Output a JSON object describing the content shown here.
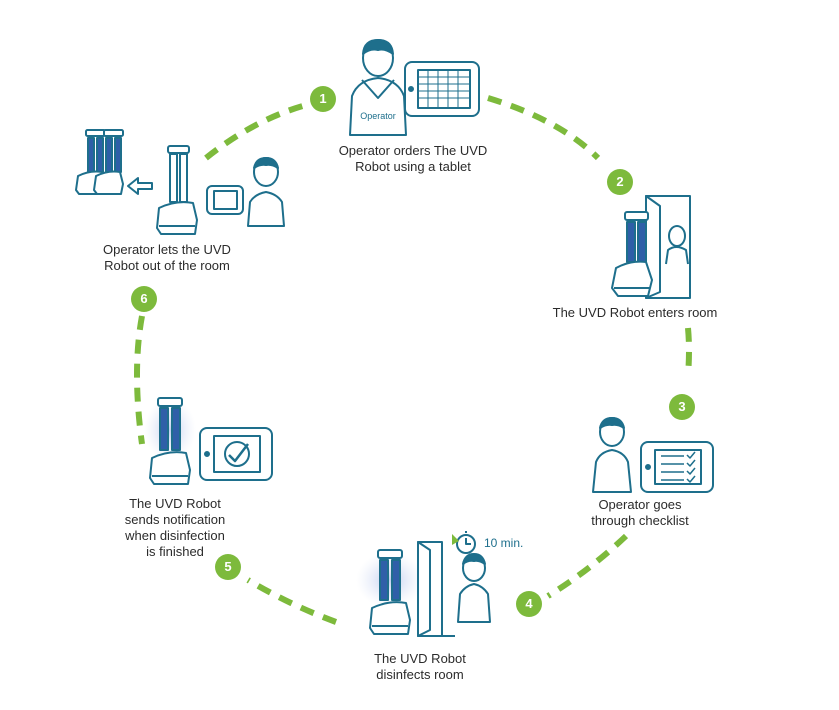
{
  "colors": {
    "accent_green": "#7dba3c",
    "line_blue": "#1e6f8c",
    "uv_blue": "#2f5fa8",
    "text": "#2b2b2b"
  },
  "steps": [
    {
      "number": "1",
      "lines": [
        "Operator orders The UVD",
        "Robot using a tablet"
      ],
      "badge_text": "Operator"
    },
    {
      "number": "2",
      "lines": [
        "The UVD Robot enters room"
      ]
    },
    {
      "number": "3",
      "lines": [
        "Operator goes",
        "through checklist"
      ]
    },
    {
      "number": "4",
      "lines": [
        "The UVD Robot",
        "disinfects room"
      ],
      "timer_text": "10 min."
    },
    {
      "number": "5",
      "lines": [
        "The UVD Robot",
        "sends notification",
        "when disinfection",
        "is finished"
      ]
    },
    {
      "number": "6",
      "lines": [
        "Operator lets the UVD",
        "Robot out of the room"
      ]
    }
  ]
}
